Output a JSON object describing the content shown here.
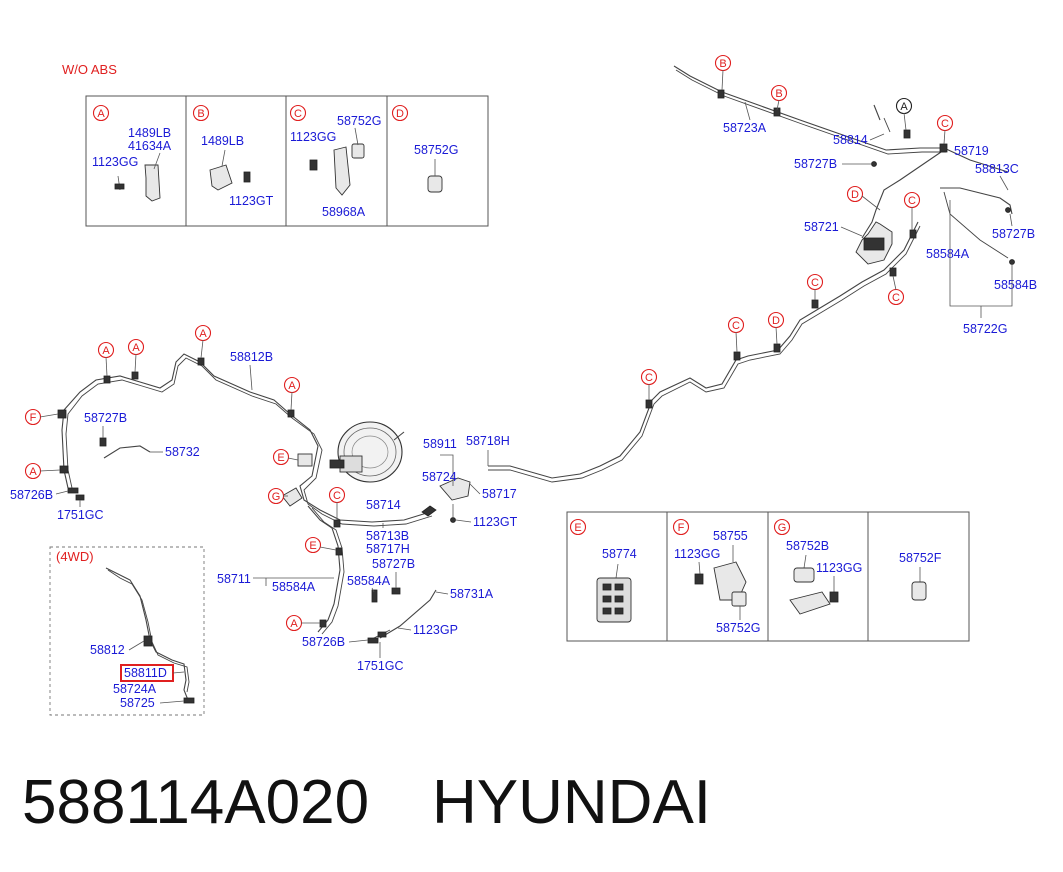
{
  "diagram": {
    "wo_abs_header": "W/O ABS",
    "fourwd_header": "(4WD)",
    "callouts": [
      "A",
      "B",
      "C",
      "D",
      "E",
      "F",
      "G"
    ],
    "top_panel": {
      "A": [
        "1489LB",
        "41634A",
        "1123GG"
      ],
      "B": [
        "1489LB",
        "1123GT"
      ],
      "C": [
        "58752G",
        "1123GG",
        "58968A"
      ],
      "D": [
        "58752G"
      ]
    },
    "bottom_panel": {
      "E": [
        "58774"
      ],
      "F": [
        "58755",
        "1123GG",
        "58752G"
      ],
      "G": [
        "58752B",
        "1123GG"
      ],
      "H": [
        "58752F"
      ]
    },
    "labels": {
      "p58723A": "58723A",
      "p58814": "58814",
      "p58727B_top": "58727B",
      "p58719": "58719",
      "p58813C": "58813C",
      "p58721": "58721",
      "p58727B_right": "58727B",
      "p58584A_right": "58584A",
      "p58584B": "58584B",
      "p58722G": "58722G",
      "p58812B": "58812B",
      "p58727B_left": "58727B",
      "p58732": "58732",
      "p58726B_left": "58726B",
      "p1751GC_left": "1751GC",
      "p58911": "58911",
      "p58718H": "58718H",
      "p58724": "58724",
      "p58717": "58717",
      "p58714": "58714",
      "p1123GT": "1123GT",
      "p58713B": "58713B",
      "p58717H": "58717H",
      "p58727B_mid": "58727B",
      "p58711": "58711",
      "p58584A_mid": "58584A",
      "p58584A_mid2": "58584A",
      "p58731A": "58731A",
      "p58726B_mid": "58726B",
      "p1123GP": "1123GP",
      "p1751GC_mid": "1751GC",
      "p58812": "58812",
      "p58811D": "58811D",
      "p58724A": "58724A",
      "p58725": "58725"
    }
  },
  "footer": {
    "part_number": "588114A020",
    "brand": "HYUNDAI"
  }
}
